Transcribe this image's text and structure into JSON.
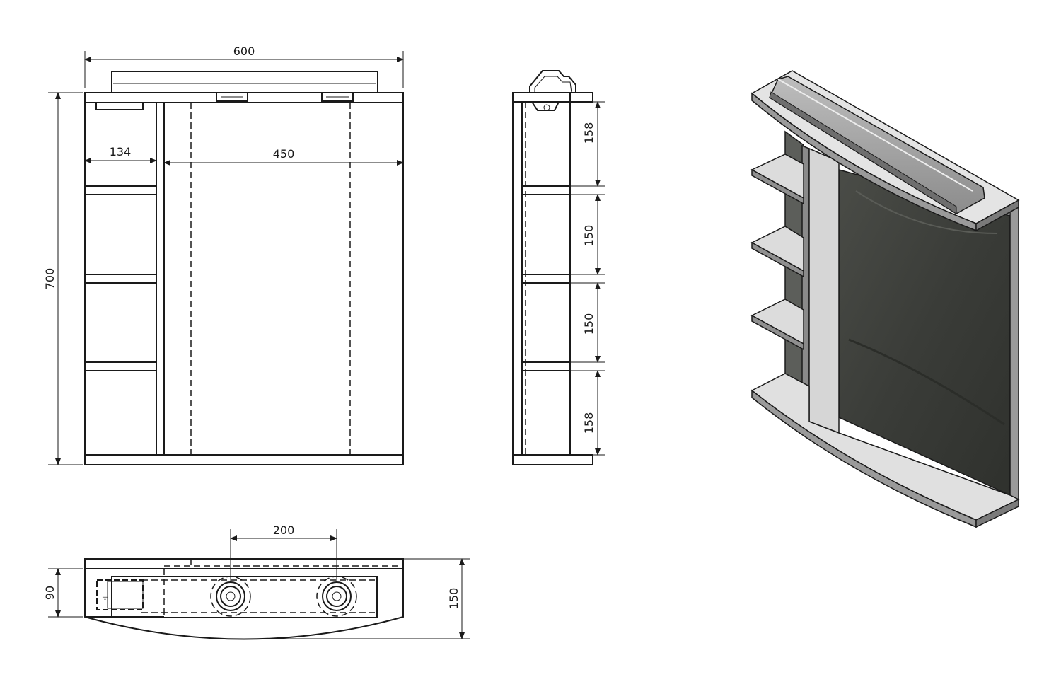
{
  "front_view": {
    "width_label": "600",
    "height_label": "700",
    "shelf_width_label": "134",
    "mirror_width_label": "450"
  },
  "side_view": {
    "shelf_spacing_labels": [
      "158",
      "150",
      "150",
      "158"
    ]
  },
  "top_view": {
    "light_spacing_label": "200",
    "inner_depth_label": "90",
    "total_depth_label": "150"
  },
  "colors": {
    "line": "#1a1a1a",
    "mirror": "#3d3f3b",
    "body": "#e6e6e6"
  }
}
